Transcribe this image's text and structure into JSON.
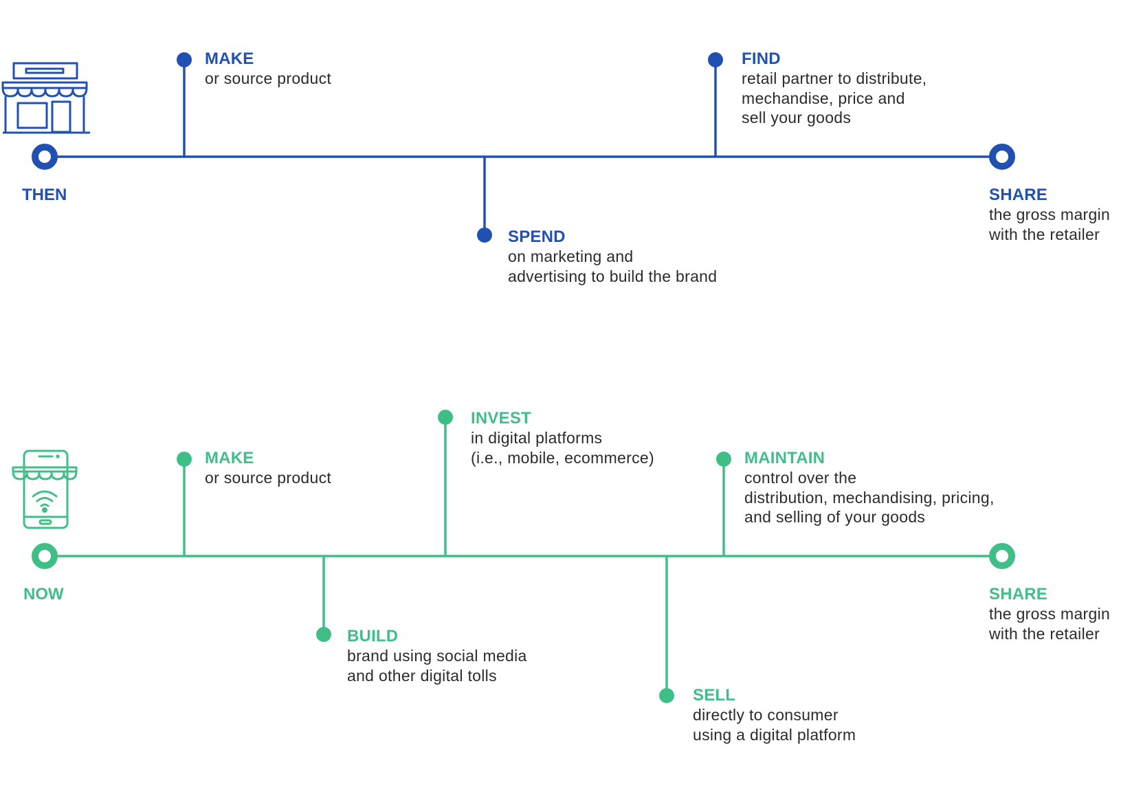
{
  "colors": {
    "then": "#2150b3",
    "now": "#3fbf87",
    "text": "#2b2b2b"
  },
  "then": {
    "label": "THEN",
    "icon": "storefront-icon",
    "steps": [
      {
        "title": "MAKE",
        "lines": [
          "or source product"
        ]
      },
      {
        "title": "SPEND",
        "lines": [
          "on marketing and",
          "advertising to build the brand"
        ]
      },
      {
        "title": "FIND",
        "lines": [
          "retail partner to distribute,",
          "mechandise, price and",
          "sell your goods"
        ]
      },
      {
        "title": "SHARE",
        "lines": [
          "the gross margin",
          "with the retailer"
        ]
      }
    ]
  },
  "now": {
    "label": "NOW",
    "icon": "smartphone-store-icon",
    "steps": [
      {
        "title": "MAKE",
        "lines": [
          "or source product"
        ]
      },
      {
        "title": "BUILD",
        "lines": [
          "brand using social media",
          "and other digital tolls"
        ]
      },
      {
        "title": "INVEST",
        "lines": [
          "in digital platforms",
          "(i.e., mobile, ecommerce)"
        ]
      },
      {
        "title": "SELL",
        "lines": [
          "directly to consumer",
          "using a digital platform"
        ]
      },
      {
        "title": "MAINTAIN",
        "lines": [
          "control over the",
          "distribution, mechandising, pricing,",
          "and selling of your goods"
        ]
      },
      {
        "title": "SHARE",
        "lines": [
          "the gross margin",
          "with the retailer"
        ]
      }
    ]
  }
}
